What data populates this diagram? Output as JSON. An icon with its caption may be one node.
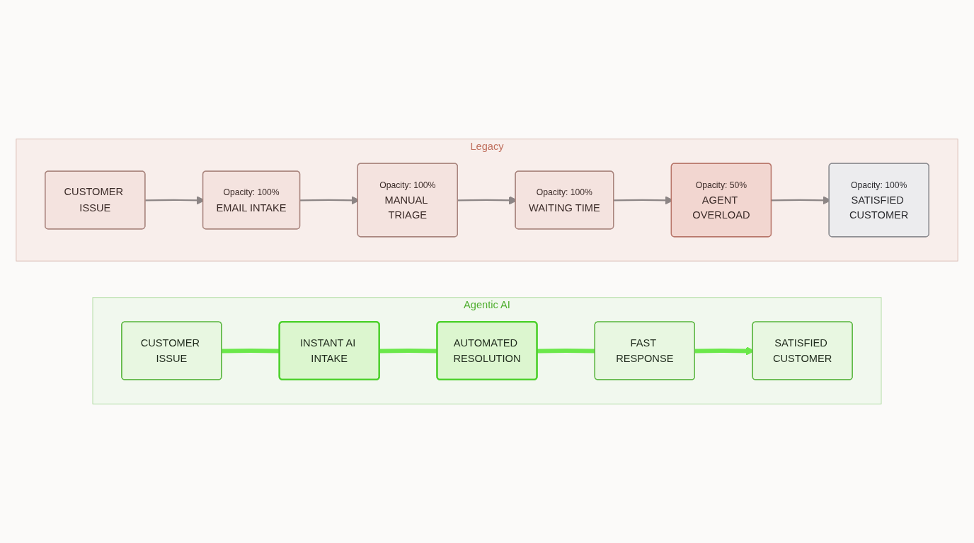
{
  "diagram": {
    "nodes": [
      {
        "text": [
          "Legacy"
        ]
      },
      {
        "text": [
          "CUSTOMER ISSUE"
        ],
        "in": 0
      },
      {
        "text": [
          "Opacity: 100%",
          "EMAIL INTAKE"
        ],
        "in": 0
      },
      {
        "text": [
          "Opacity: 100%",
          "MANUAL TRIAGE"
        ],
        "in": 0
      },
      {
        "text": [
          "Opacity: 100%",
          "WAITING TIME"
        ],
        "in": 0
      },
      {
        "text": [
          "Opacity: 50%",
          "AGENT OVERLOAD"
        ],
        "in": 0
      },
      {
        "text": [
          "Opacity: 100%",
          "SATISFIED CUSTOMER"
        ],
        "in": 0
      },
      {
        "text": [
          "Agentic AI"
        ]
      },
      {
        "text": [
          "CUSTOMER ISSUE"
        ],
        "in": 7
      },
      {
        "text": [
          "INSTANT AI INTAKE"
        ],
        "in": 7
      },
      {
        "text": [
          "AUTOMATED RESOLUTION"
        ],
        "in": 7
      },
      {
        "text": [
          "FAST RESPONSE"
        ],
        "in": 7
      },
      {
        "text": [
          "SATISFIED CUSTOMER"
        ],
        "in": 7
      }
    ],
    "edges": [
      {
        "from": 1,
        "to": 2,
        "arrow": "to"
      },
      {
        "from": 2,
        "to": 3,
        "arrow": "to"
      },
      {
        "from": 3,
        "to": 4,
        "arrow": "to"
      },
      {
        "from": 4,
        "to": 5,
        "arrow": "to"
      },
      {
        "from": 5,
        "to": 6,
        "arrow": "to"
      },
      {
        "from": 8,
        "to": 9,
        "arrow": "none",
        "style": "thick",
        "color": "#6be84a"
      },
      {
        "from": 9,
        "to": 10,
        "arrow": "none",
        "style": "thick",
        "color": "#6be84a"
      },
      {
        "from": 10,
        "to": 11,
        "arrow": "none",
        "style": "thick",
        "color": "#6be84a"
      },
      {
        "from": 11,
        "to": 12,
        "arrow": "to",
        "style": "thick",
        "color": "#6be84a"
      }
    ]
  }
}
